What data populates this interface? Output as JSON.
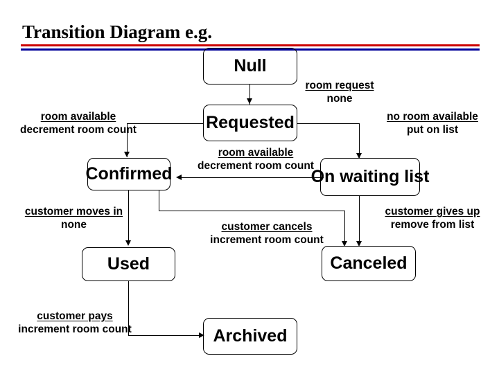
{
  "slide": {
    "title": "Transition Diagram e.g.",
    "rule_colors": {
      "top": "#cc0000",
      "bottom": "#000099"
    },
    "background": "#ffffff"
  },
  "states": [
    {
      "id": "null",
      "label": "Null"
    },
    {
      "id": "requested",
      "label": "Requested"
    },
    {
      "id": "confirmed",
      "label": "Confirmed"
    },
    {
      "id": "waiting",
      "label": "On waiting list"
    },
    {
      "id": "used",
      "label": "Used"
    },
    {
      "id": "canceled",
      "label": "Canceled"
    },
    {
      "id": "archived",
      "label": "Archived"
    }
  ],
  "transitions": [
    {
      "id": "null-to-requested",
      "from": "Null",
      "to": "Requested",
      "event": "room request",
      "action": "none"
    },
    {
      "id": "requested-to-confirmed",
      "from": "Requested",
      "to": "Confirmed",
      "event": "room available",
      "action": "decrement room count"
    },
    {
      "id": "requested-to-waiting",
      "from": "Requested",
      "to": "On waiting list",
      "event": "no room available",
      "action": "put on list"
    },
    {
      "id": "waiting-to-confirmed",
      "from": "On waiting list",
      "to": "Confirmed",
      "event": "room available",
      "action": "decrement room count"
    },
    {
      "id": "confirmed-to-used",
      "from": "Confirmed",
      "to": "Used",
      "event": "customer moves in",
      "action": "none"
    },
    {
      "id": "confirmed-to-canceled",
      "from": "Confirmed",
      "to": "Canceled",
      "event": "customer cancels",
      "action": "increment room count"
    },
    {
      "id": "waiting-to-canceled",
      "from": "On waiting list",
      "to": "Canceled",
      "event": "customer gives up",
      "action": "remove from list"
    },
    {
      "id": "used-to-archived",
      "from": "Used",
      "to": "Archived",
      "event": "customer pays",
      "action": "increment room count"
    }
  ]
}
